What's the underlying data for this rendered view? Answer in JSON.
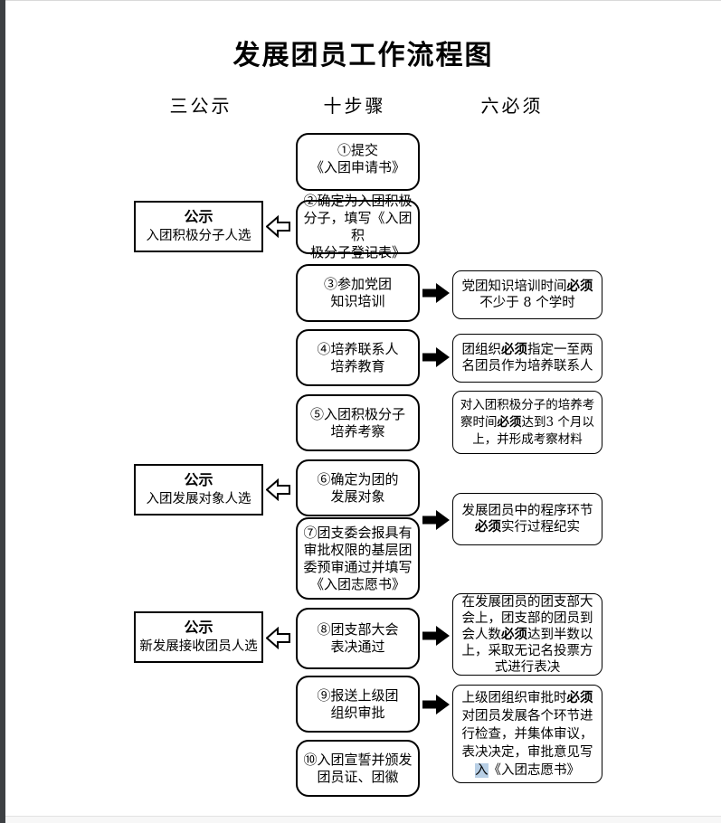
{
  "page": {
    "title": "发展团员工作流程图"
  },
  "columns": {
    "publicity": "三公示",
    "steps": "十步骤",
    "requirements": "六必须"
  },
  "steps": [
    {
      "text": "①提交\n《入团申请书》"
    },
    {
      "text": "②确定为入团积极\n分子，填写《入团积\n极分子登记表》"
    },
    {
      "text": "③参加党团\n知识培训"
    },
    {
      "text": "④培养联系人\n培养教育"
    },
    {
      "text": "⑤入团积极分子\n培养考察"
    },
    {
      "text": "⑥确定为团的\n发展对象"
    },
    {
      "text": "⑦团支委会报具有\n审批权限的基层团\n委预审通过并填写\n《入团志愿书》"
    },
    {
      "text": "⑧团支部大会\n表决通过"
    },
    {
      "text": "⑨报送上级团\n组织审批"
    },
    {
      "text": "⑩入团宣誓并颁发\n团员证、团徽"
    }
  ],
  "publicity": [
    {
      "text": "**公示**\n入团积极分子人选"
    },
    {
      "text": "**公示**\n入团发展对象人选"
    },
    {
      "text": "**公示**\n新发展接收团员人选"
    }
  ],
  "requirements": [
    {
      "text": "党团知识培训时间**必须**\n不少于 8 个学时"
    },
    {
      "text": "团组织**必须**指定一至两\n名团员作为培养联系人"
    },
    {
      "text": "对入团积极分子的培养考\n察时间**必须**达到3 个月以\n上，并形成考察材料"
    },
    {
      "text": "发展团员中的程序环节\n**必须**实行过程纪实"
    },
    {
      "text": "在发展团员的团支部大\n会上，团支部的团员到\n会人数**必须**达到半数以\n上，采取无记名投票方\n式进行表决"
    },
    {
      "text": "上级团组织审批时**必须**\n对团员发展各个环节进\n行检查，并集体审议，\n表决决定，审批意见写\n[[入]]《入团志愿书》"
    }
  ],
  "icons": {
    "left_arrow": "hollow-left-arrow",
    "right_arrow": "solid-right-arrow"
  },
  "colors": {
    "highlight": "#b8cfe5",
    "box_border": "#000000",
    "edge_strip": "#3d4043"
  }
}
